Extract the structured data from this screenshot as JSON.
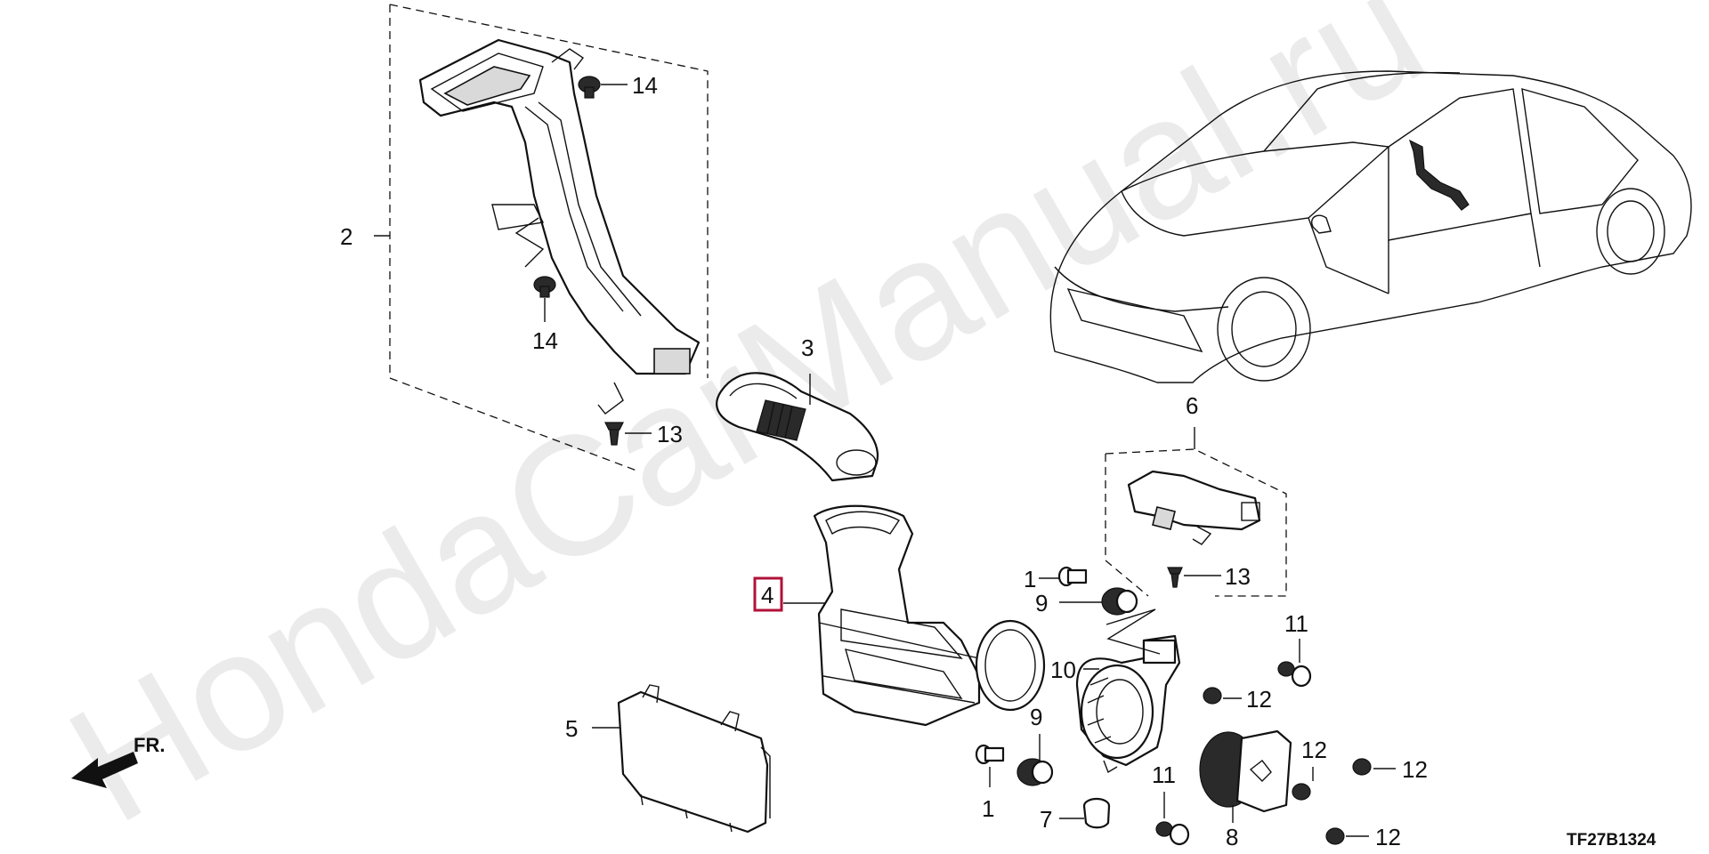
{
  "watermark": "HondaCarManual.ru",
  "diagram_code": "TF27B1324",
  "direction_label": "FR.",
  "highlighted_callout": "4",
  "callouts": {
    "c1a": "1",
    "c1b": "1",
    "c2": "2",
    "c3": "3",
    "c4": "4",
    "c5": "5",
    "c6": "6",
    "c7": "7",
    "c8": "8",
    "c9a": "9",
    "c9b": "9",
    "c10": "10",
    "c11a": "11",
    "c11b": "11",
    "c12a": "12",
    "c12b": "12",
    "c12c": "12",
    "c12d": "12",
    "c13a": "13",
    "c13b": "13",
    "c14a": "14",
    "c14b": "14"
  },
  "colors": {
    "highlight": "#b0123a",
    "line": "#111111"
  }
}
